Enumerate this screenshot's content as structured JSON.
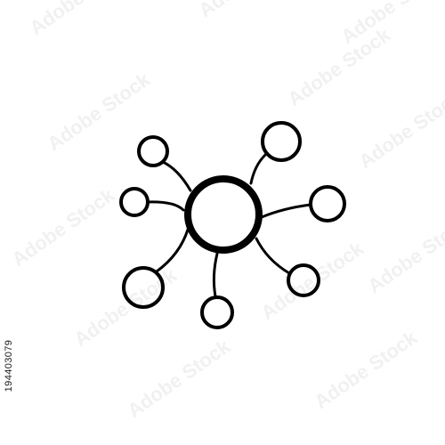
{
  "image": {
    "stock_id": "194403079",
    "watermark_text": "Adobe Stock",
    "icon_name": "network-hub-icon",
    "colors": {
      "background": "#ffffff",
      "stroke": "#000000",
      "watermark": "#f1f1f1"
    },
    "satellite_count": 7
  }
}
